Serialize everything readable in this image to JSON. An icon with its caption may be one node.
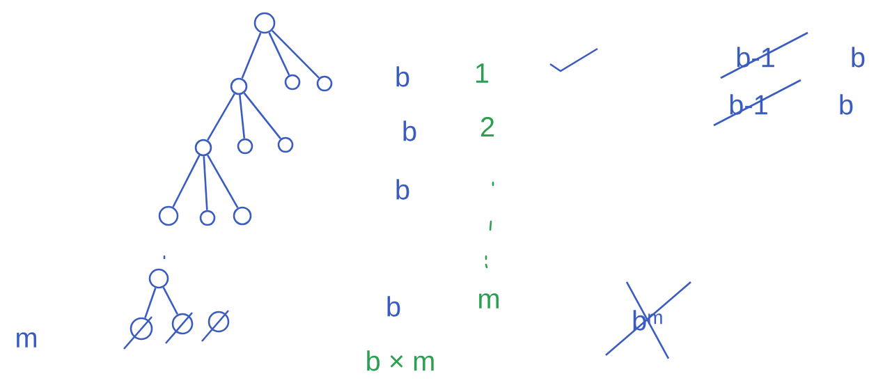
{
  "diagram": {
    "nodes": [
      {
        "text": [],
        "shape": "circle"
      },
      {
        "text": [],
        "shape": "circle"
      },
      {
        "text": [],
        "shape": "circle"
      },
      {
        "text": [],
        "shape": "circle"
      },
      {
        "text": [],
        "shape": "circle"
      },
      {
        "text": [],
        "shape": "circle"
      },
      {
        "text": [],
        "shape": "circle"
      },
      {
        "text": [],
        "shape": "circle"
      },
      {
        "text": [],
        "shape": "circle"
      },
      {
        "text": [],
        "shape": "circle"
      },
      {
        "text": [],
        "shape": "circle"
      },
      {
        "text": [],
        "shape": "circle"
      },
      {
        "text": [],
        "shape": "circle"
      },
      {
        "text": [],
        "shape": "circle"
      }
    ],
    "edges": [
      {
        "from": 0,
        "to": 1,
        "arrow": "none"
      },
      {
        "from": 0,
        "to": 2,
        "arrow": "none"
      },
      {
        "from": 0,
        "to": 3,
        "arrow": "none"
      },
      {
        "from": 1,
        "to": 4,
        "arrow": "none"
      },
      {
        "from": 1,
        "to": 5,
        "arrow": "none"
      },
      {
        "from": 1,
        "to": 6,
        "arrow": "none"
      },
      {
        "from": 4,
        "to": 7,
        "arrow": "none"
      },
      {
        "from": 4,
        "to": 8,
        "arrow": "none"
      },
      {
        "from": 4,
        "to": 9,
        "arrow": "none"
      },
      {
        "from": 10,
        "to": 11,
        "arrow": "none"
      },
      {
        "from": 10,
        "to": 12,
        "arrow": "none"
      }
    ],
    "labels": [
      "b-1",
      "b",
      "b",
      "1",
      "b-1",
      "b",
      "b",
      "2",
      "b",
      "b",
      "m",
      "b$^{m}$",
      "m",
      "b × m"
    ]
  }
}
